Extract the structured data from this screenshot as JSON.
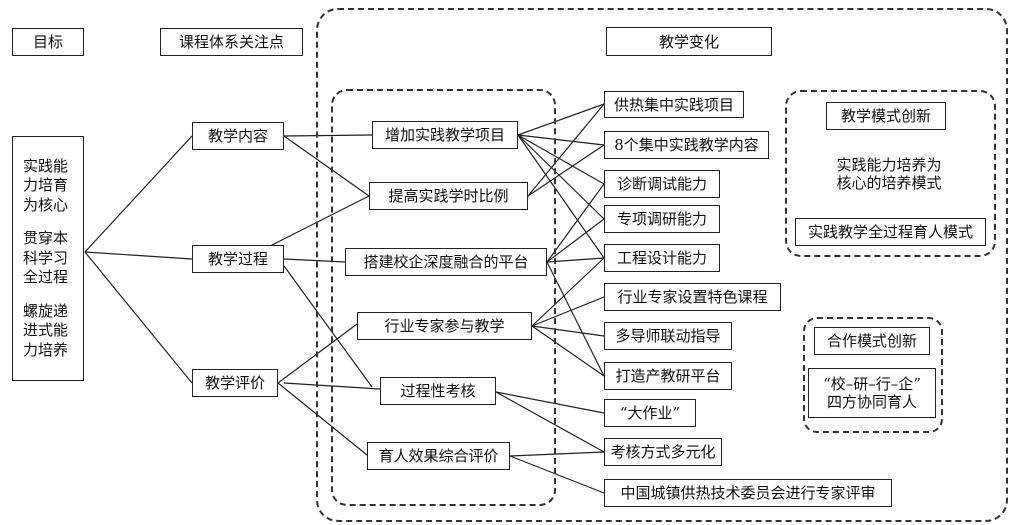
{
  "headers": {
    "goal": "目标",
    "focus": "课程体系关注点",
    "change": "教学变化"
  },
  "goal_text": [
    "实践能",
    "力培育",
    "为核心",
    "贯穿本",
    "科学习",
    "全过程",
    "螺旋递",
    "进式能",
    "力培养"
  ],
  "focus": {
    "content": "教学内容",
    "process": "教学过程",
    "evaluation": "教学评价"
  },
  "measures": {
    "add_projects": "增加实践教学项目",
    "raise_ratio": "提高实践学时比例",
    "platform": "搭建校企深度融合的平台",
    "experts": "行业专家参与教学",
    "process_assess": "过程性考核",
    "overall_eval": "育人效果综合评价"
  },
  "changes": {
    "c1": "供热集中实践项目",
    "c2": "8个集中实践教学内容",
    "c3": "诊断调试能力",
    "c4": "专项调研能力",
    "c5": "工程设计能力",
    "c6": "行业专家设置特色课程",
    "c7": "多导师联动指导",
    "c8": "打造产教研平台",
    "c9": "“大作业”",
    "c10": "考核方式多元化",
    "c11": "中国城镇供热技术委员会进行专家评审"
  },
  "teaching_mode": {
    "title": "教学模式创新",
    "line1": "实践能力培养为",
    "line2": "核心的培养模式",
    "whole": "实践教学全过程育人模式"
  },
  "coop_mode": {
    "title": "合作模式创新",
    "line1": "“校–研–行–企”",
    "line2": "四方协同育人"
  }
}
